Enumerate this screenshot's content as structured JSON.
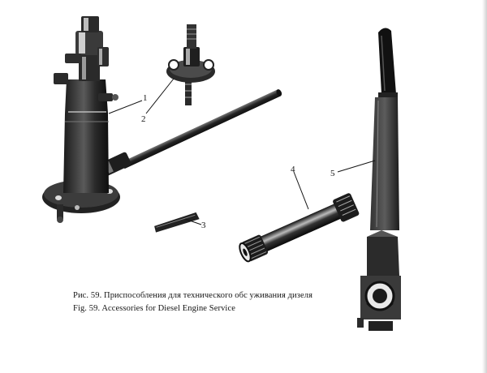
{
  "figure": {
    "caption_ru": "Рис. 59. Приспособления для технического обс уживания дизеля",
    "caption_en": "Fig. 59. Accessories for Diesel  Engine Service"
  },
  "callouts": [
    "1",
    "2",
    "3",
    "4",
    "5"
  ]
}
